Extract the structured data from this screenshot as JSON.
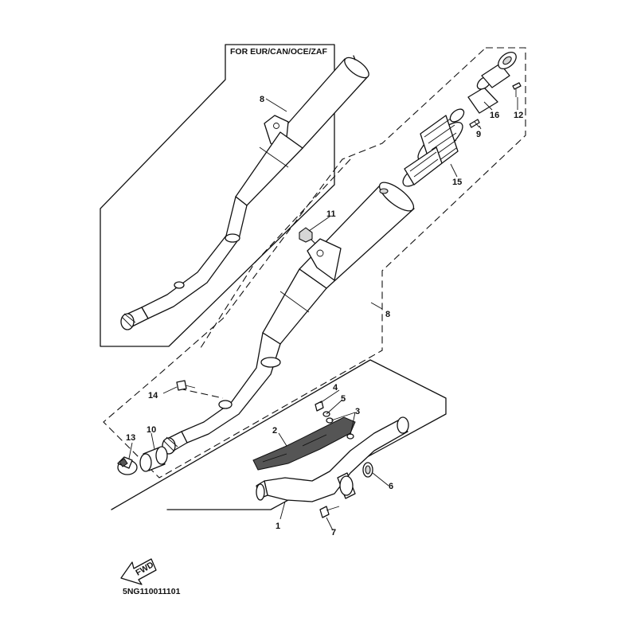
{
  "region_note": "FOR EUR/CAN/OCE/ZAF",
  "diagram_code": "5NG110011101",
  "fwd_label": "FWD",
  "callouts": {
    "c1": "1",
    "c2": "2",
    "c3": "3",
    "c4": "4",
    "c5": "5",
    "c6": "6",
    "c7": "7",
    "c8a": "8",
    "c8b": "8",
    "c9": "9",
    "c10": "10",
    "c11": "11",
    "c12": "12",
    "c13": "13",
    "c14": "14",
    "c15": "15",
    "c16": "16"
  }
}
